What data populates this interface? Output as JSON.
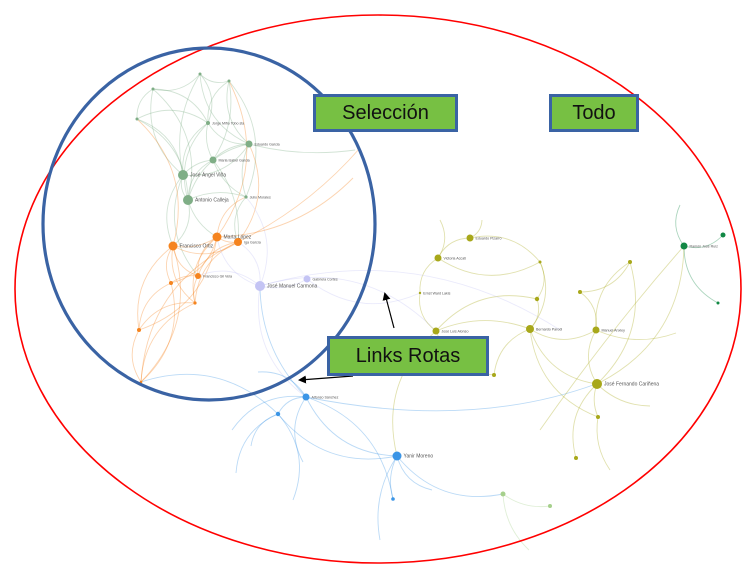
{
  "annotations": {
    "selection_label": "Selección",
    "all_label": "Todo",
    "broken_links_label": "Links Rotas"
  },
  "colors": {
    "selection_ellipse": "#3a63a4",
    "all_ellipse": "#ff0000",
    "callout_fill": "#77c043",
    "callout_border": "#3a63a4",
    "cluster_green": "#7fae86",
    "cluster_orange": "#f5841f",
    "cluster_lavender": "#c4c4f4",
    "cluster_olive": "#a8a81a",
    "cluster_blue": "#3b95e6",
    "cluster_darkgreen": "#118844",
    "cluster_lightgreen": "#a6d08c"
  },
  "network": {
    "clusters": [
      {
        "name": "green",
        "color_key": "cluster_green",
        "nodes": [
          {
            "id": "g1",
            "label": "Jorge Miño Tobo sta"
          },
          {
            "id": "g2",
            "label": "Eduardo Garcia"
          },
          {
            "id": "g3",
            "label": "Maria Isabel Garcia"
          },
          {
            "id": "g4",
            "label": "José Ángel Viña"
          },
          {
            "id": "g5",
            "label": "Antonio Calleja"
          },
          {
            "id": "g6",
            "label": "Julio Morales"
          },
          {
            "id": "g7",
            "label": ""
          },
          {
            "id": "g8",
            "label": ""
          },
          {
            "id": "g9",
            "label": ""
          },
          {
            "id": "g10",
            "label": ""
          }
        ]
      },
      {
        "name": "orange",
        "color_key": "cluster_orange",
        "nodes": [
          {
            "id": "o1",
            "label": "Francisco Ortiz"
          },
          {
            "id": "o2",
            "label": "Marta López"
          },
          {
            "id": "o3",
            "label": "Iga García"
          },
          {
            "id": "o4",
            "label": "Francisco Gil Vela"
          },
          {
            "id": "o5",
            "label": ""
          },
          {
            "id": "o6",
            "label": ""
          },
          {
            "id": "o7",
            "label": ""
          },
          {
            "id": "o8",
            "label": ""
          }
        ]
      },
      {
        "name": "lavender",
        "color_key": "cluster_lavender",
        "nodes": [
          {
            "id": "l1",
            "label": "José Manuel Carmona"
          },
          {
            "id": "l2",
            "label": "Gabriela Cortés"
          }
        ]
      },
      {
        "name": "olive",
        "color_key": "cluster_olive",
        "nodes": [
          {
            "id": "y1",
            "label": "Eduardo Pizarro"
          },
          {
            "id": "y2",
            "label": "Victoria Accati"
          },
          {
            "id": "y3",
            "label": "Ernst Ward Lakis"
          },
          {
            "id": "y4",
            "label": "José Luis Alonso"
          },
          {
            "id": "y5",
            "label": "Bernardo Parodi"
          },
          {
            "id": "y6",
            "label": "Manuel Anxley"
          },
          {
            "id": "y7",
            "label": "José Fernando Cariñena"
          },
          {
            "id": "y8",
            "label": ""
          },
          {
            "id": "y9",
            "label": ""
          },
          {
            "id": "y10",
            "label": ""
          },
          {
            "id": "y11",
            "label": ""
          },
          {
            "id": "y12",
            "label": ""
          },
          {
            "id": "y13",
            "label": ""
          },
          {
            "id": "y14",
            "label": ""
          }
        ]
      },
      {
        "name": "darkgreen",
        "color_key": "cluster_darkgreen",
        "nodes": [
          {
            "id": "d1",
            "label": "Ramón José Ruiz"
          },
          {
            "id": "d2",
            "label": ""
          },
          {
            "id": "d3",
            "label": ""
          }
        ]
      },
      {
        "name": "blue",
        "color_key": "cluster_blue",
        "nodes": [
          {
            "id": "b1",
            "label": "Alfonso Sánchez"
          },
          {
            "id": "b2",
            "label": "Yanir Moreno"
          },
          {
            "id": "b3",
            "label": ""
          },
          {
            "id": "b4",
            "label": ""
          }
        ]
      },
      {
        "name": "lightgreen",
        "color_key": "cluster_lightgreen",
        "nodes": [
          {
            "id": "lg1",
            "label": ""
          },
          {
            "id": "lg2",
            "label": ""
          }
        ]
      }
    ]
  }
}
